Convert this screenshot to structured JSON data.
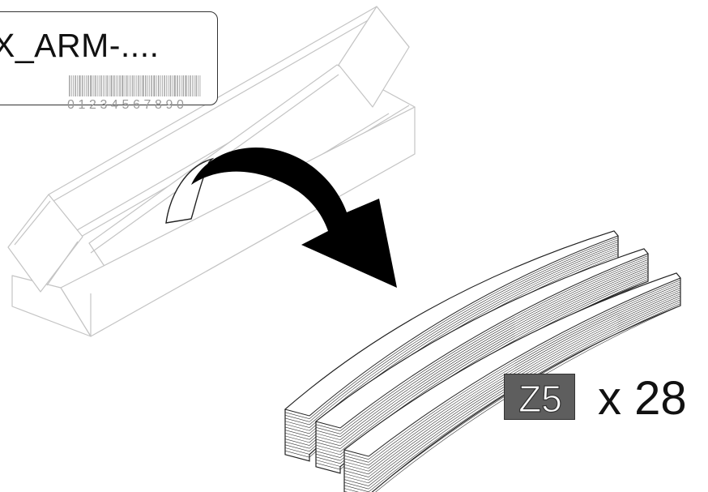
{
  "label": {
    "title": "X_ARM-....",
    "barcode_digits": "01234567890"
  },
  "badge": {
    "text": "Z5"
  },
  "quantity": {
    "text": "x 28"
  },
  "colors": {
    "box_outline": "#c8c8c8",
    "arrow": "#000000",
    "badge_fill": "#5e5e5e",
    "barcode_gray": "#999999"
  }
}
